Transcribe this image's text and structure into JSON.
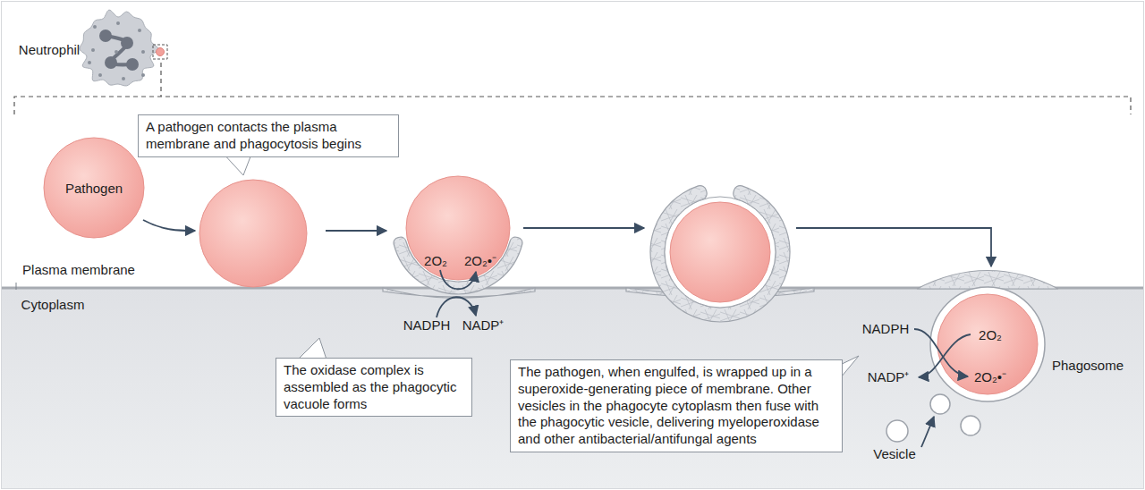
{
  "diagram": {
    "nodes": [
      {
        "text": [
          "Pathogen"
        ]
      },
      {
        "text": [
          "A pathogen contacts the plasma membrane and phagocytosis begins"
        ]
      },
      {
        "text": [
          "The oxidase complex is assembled as the phagocytic vacuole forms"
        ]
      },
      {
        "text": [
          "The pathogen, when engulfed, is wrapped up in a superoxide-generating piece of membrane. Other vesicles in the phagocyte cytoplasm then fuse with the phagocytic vesicle, delivering myeloperoxidase and other antibacterial/antifungal agents"
        ]
      }
    ],
    "labels": [
      "Neutrophil",
      "Plasma membrane",
      "Cytoplasm",
      "2O₂",
      "2O₂•⁻",
      "NADPH",
      "NADP⁺",
      "NADPH",
      "NADP⁺",
      "2O₂",
      "2O₂•⁻",
      "Phagosome",
      "Vesicle"
    ]
  }
}
